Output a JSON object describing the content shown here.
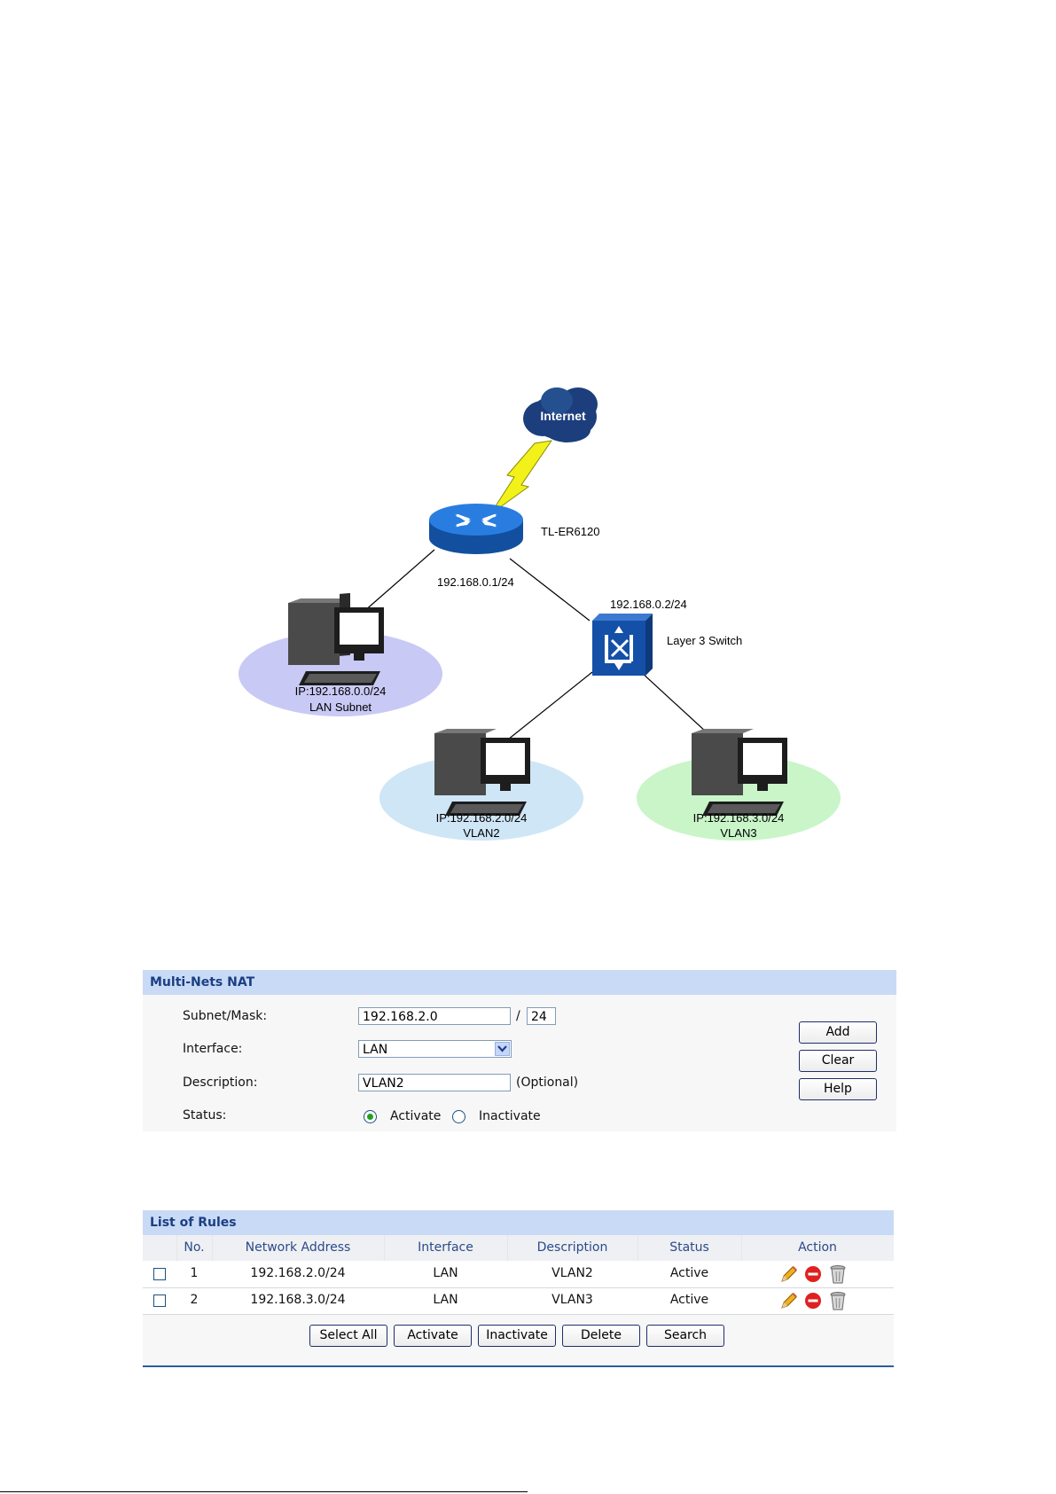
{
  "diagram": {
    "cloud_label": "Internet",
    "router_label": "TL-ER6120",
    "router_ip": "192.168.0.1/24",
    "switch_ip": "192.168.0.2/24",
    "switch_label": "Layer 3 Switch",
    "lan_ip": "IP:192.168.0.0/24",
    "lan_name": "LAN Subnet",
    "vlan2_ip": "IP:192.168.2.0/24",
    "vlan2_name": "VLAN2",
    "vlan3_ip": "IP:192.168.3.0/24",
    "vlan3_name": "VLAN3"
  },
  "multinets": {
    "title": "Multi-Nets NAT",
    "subnet_label": "Subnet/Mask:",
    "subnet_value": "192.168.2.0",
    "slash": "/",
    "mask_value": "24",
    "interface_label": "Interface:",
    "interface_value": "LAN",
    "description_label": "Description:",
    "description_value": "VLAN2",
    "optional_text": "(Optional)",
    "status_label": "Status:",
    "status_activate": "Activate",
    "status_inactivate": "Inactivate",
    "add_label": "Add",
    "clear_label": "Clear",
    "help_label": "Help"
  },
  "rules": {
    "title": "List of Rules",
    "headers": [
      "No.",
      "Network Address",
      "Interface",
      "Description",
      "Status",
      "Action"
    ],
    "rows": [
      {
        "no": "1",
        "address": "192.168.2.0/24",
        "interface": "LAN",
        "description": "VLAN2",
        "status": "Active"
      },
      {
        "no": "2",
        "address": "192.168.3.0/24",
        "interface": "LAN",
        "description": "VLAN3",
        "status": "Active"
      }
    ],
    "buttons": [
      "Select All",
      "Activate",
      "Inactivate",
      "Delete",
      "Search"
    ]
  },
  "colors": {
    "panel_header_bg": "#c9daf6",
    "panel_header_text": "#1b3f82",
    "router_blue": "#1f6fd0",
    "switch_blue": "#1550a8",
    "lan_ellipse": "#c9c9f5",
    "vlan2_ellipse": "#cfe6f6",
    "vlan3_ellipse": "#c9f5c9",
    "radio_on": "#21a121"
  }
}
